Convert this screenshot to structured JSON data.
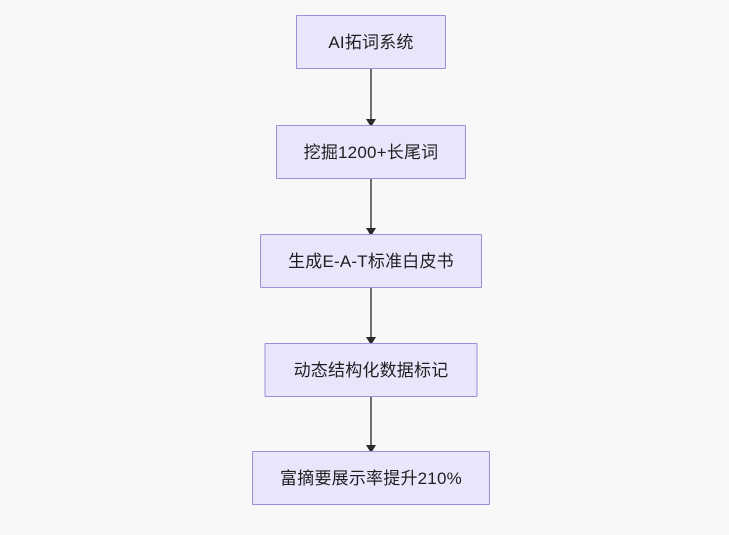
{
  "diagram": {
    "type": "flowchart",
    "direction": "top-to-bottom",
    "background_color": "#f8f8f9",
    "node_fill_color": "#e9e6fb",
    "node_border_color": "#9f8fd9",
    "node_text_color": "#1f1f21",
    "edge_color": "#6f6f6f",
    "arrowhead_color": "#2a2a2a",
    "nodes": [
      {
        "id": "n0",
        "label": "AI拓词系统"
      },
      {
        "id": "n1",
        "label": "挖掘1200+长尾词"
      },
      {
        "id": "n2",
        "label": "生成E-A-T标准白皮书"
      },
      {
        "id": "n3",
        "label": "动态结构化数据标记"
      },
      {
        "id": "n4",
        "label": "富摘要展示率提升210%"
      }
    ],
    "edges": [
      {
        "id": "e0",
        "from": "n0",
        "to": "n1",
        "label": ""
      },
      {
        "id": "e1",
        "from": "n1",
        "to": "n2",
        "label": ""
      },
      {
        "id": "e2",
        "from": "n2",
        "to": "n3",
        "label": ""
      },
      {
        "id": "e3",
        "from": "n3",
        "to": "n4",
        "label": ""
      }
    ]
  }
}
